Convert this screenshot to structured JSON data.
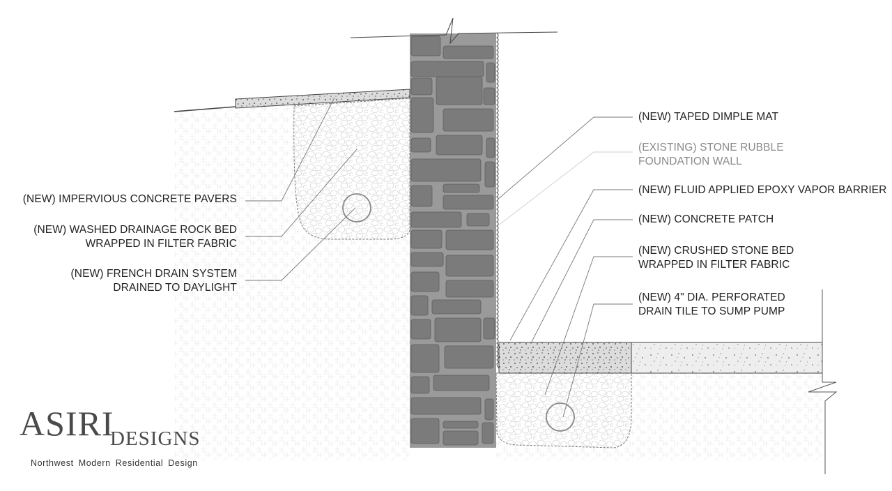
{
  "labels_left": [
    {
      "id": "pavers",
      "lines": [
        "(NEW) IMPERVIOUS CONCRETE PAVERS"
      ]
    },
    {
      "id": "drainage-rock",
      "lines": [
        "(NEW) WASHED DRAINAGE ROCK BED",
        "WRAPPED IN FILTER FABRIC"
      ]
    },
    {
      "id": "french-drain",
      "lines": [
        "(NEW) FRENCH DRAIN SYSTEM",
        "DRAINED TO DAYLIGHT"
      ]
    }
  ],
  "labels_right": [
    {
      "id": "dimple-mat",
      "lines": [
        "(NEW) TAPED DIMPLE MAT"
      ]
    },
    {
      "id": "stone-wall",
      "lines": [
        "(EXISTING) STONE RUBBLE",
        "FOUNDATION WALL"
      ]
    },
    {
      "id": "vapor-barrier",
      "lines": [
        "(NEW) FLUID APPLIED EPOXY VAPOR BARRIER"
      ]
    },
    {
      "id": "concrete-patch",
      "lines": [
        "(NEW) CONCRETE PATCH"
      ]
    },
    {
      "id": "crushed-stone",
      "lines": [
        "(NEW) CRUSHED STONE BED",
        "WRAPPED IN FILTER FABRIC"
      ]
    },
    {
      "id": "drain-tile",
      "lines": [
        "(NEW) 4\" DIA. PERFORATED",
        "DRAIN TILE TO SUMP PUMP"
      ]
    }
  ],
  "brand": {
    "name": "ASIRI",
    "subname": "DESIGNS",
    "tagline": "Northwest Modern Residential Design"
  },
  "colors": {
    "stone_fill": "#8f8f8f",
    "stone_mortar": "#6e6e6e",
    "soil_pattern": "#e6e6e6",
    "line": "#444444",
    "existing_text": "#8a8a8a"
  }
}
